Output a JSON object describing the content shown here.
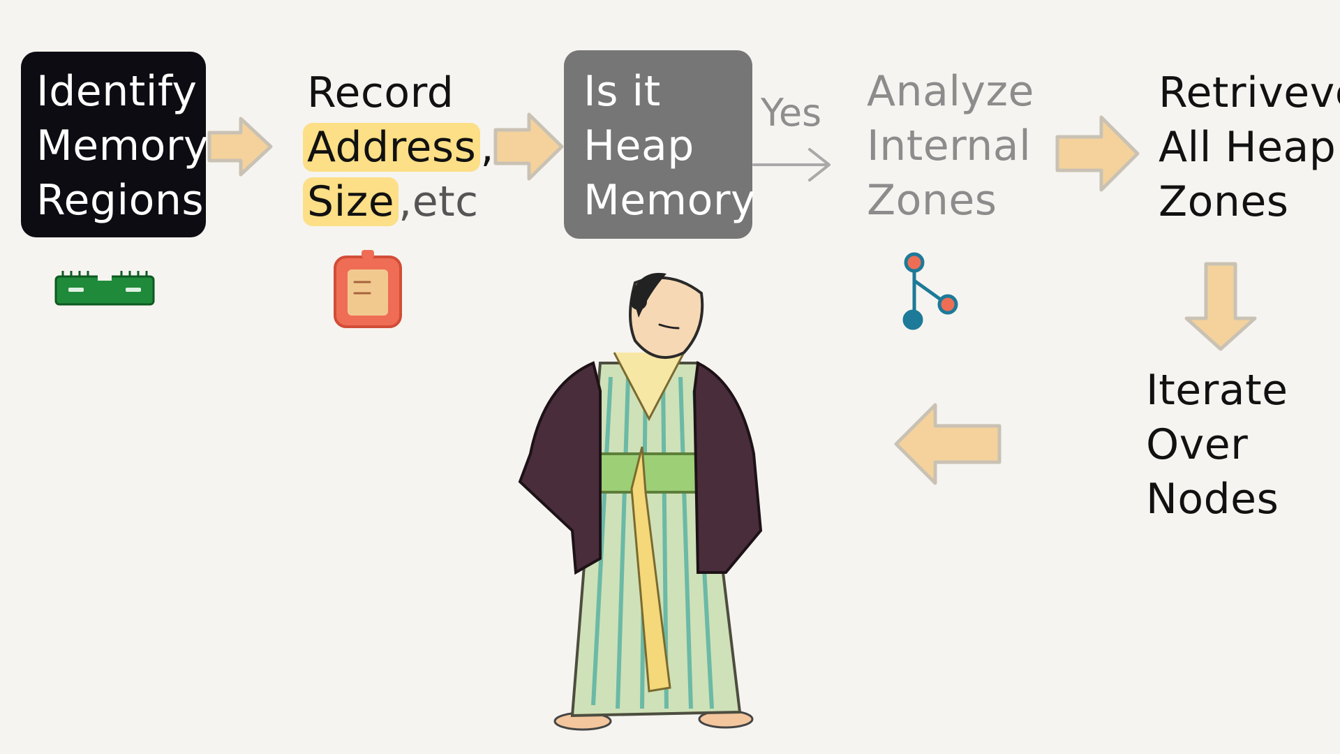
{
  "steps": {
    "identify": {
      "lines": [
        "Identify",
        "Memory",
        "Regions"
      ]
    },
    "record": {
      "line1": "Record",
      "address": "Address",
      "comma": ",",
      "size": "Size",
      "etc": ",etc"
    },
    "heap_check": {
      "lines": [
        "Is it",
        "Heap",
        "Memory"
      ]
    },
    "yes": "Yes",
    "analyze": {
      "lines": [
        "Analyze",
        "Internal",
        "Zones"
      ]
    },
    "retrieve": {
      "lines": [
        "Retriveve",
        "All Heap",
        "Zones"
      ]
    },
    "iterate": {
      "lines": [
        "Iterate",
        "Over",
        "Nodes"
      ]
    }
  },
  "icons": {
    "memory": "memory-chip-icon",
    "record": "tag-icon",
    "analyze": "branch-icon",
    "figure": "edo-figure-illustration"
  },
  "colors": {
    "background": "#f6f4f0",
    "dark_box": "#0c0c12",
    "gray_box": "#767676",
    "arrow": "#f5d29c",
    "highlight": "#fcdf86",
    "chip": "#1f8a3a",
    "tag": "#ef6d55",
    "branch": "#1d7a98",
    "branch_node": "#ef6d55"
  }
}
